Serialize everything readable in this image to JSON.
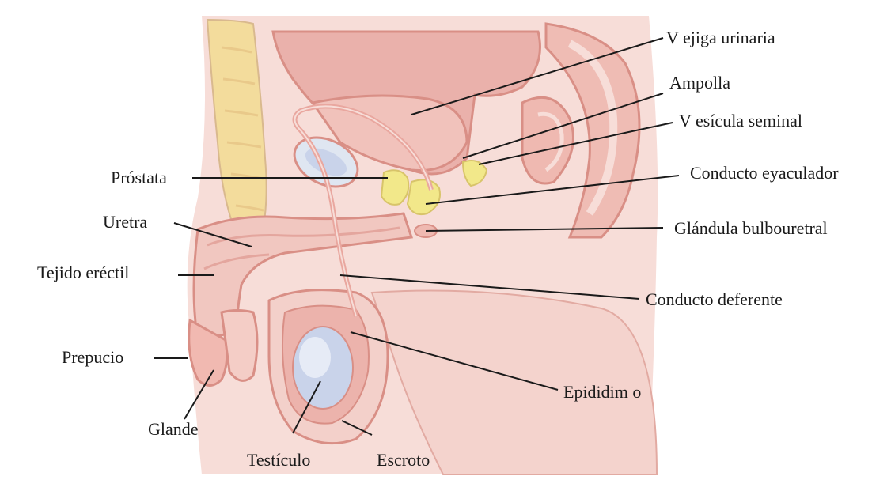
{
  "diagram": {
    "labels": {
      "vejiga": "V ejiga urinaria",
      "ampolla": "Ampolla",
      "vesicula": "V esícula seminal",
      "prostata": "Próstata",
      "conducto_eyaculador": "Conducto eyaculador",
      "uretra": "Uretra",
      "glandula": "Glándula bulbouretral",
      "tejido": "Tejido eréctil",
      "conducto_deferente": "Conducto deferente",
      "prepucio": "Prepucio",
      "epididimo": "Epididim o",
      "glande": "Glande",
      "testiculo": "Testículo",
      "escroto": "Escroto"
    },
    "colors": {
      "skin": "#f6d9d4",
      "tissue": "#efb9b1",
      "outline": "#d98f86",
      "bladder": "#ebb0aa",
      "spine": "#f3dc9c",
      "gland": "#f2e88a",
      "testis": "#c9d3ea",
      "leader": "#1a1a1a"
    }
  }
}
